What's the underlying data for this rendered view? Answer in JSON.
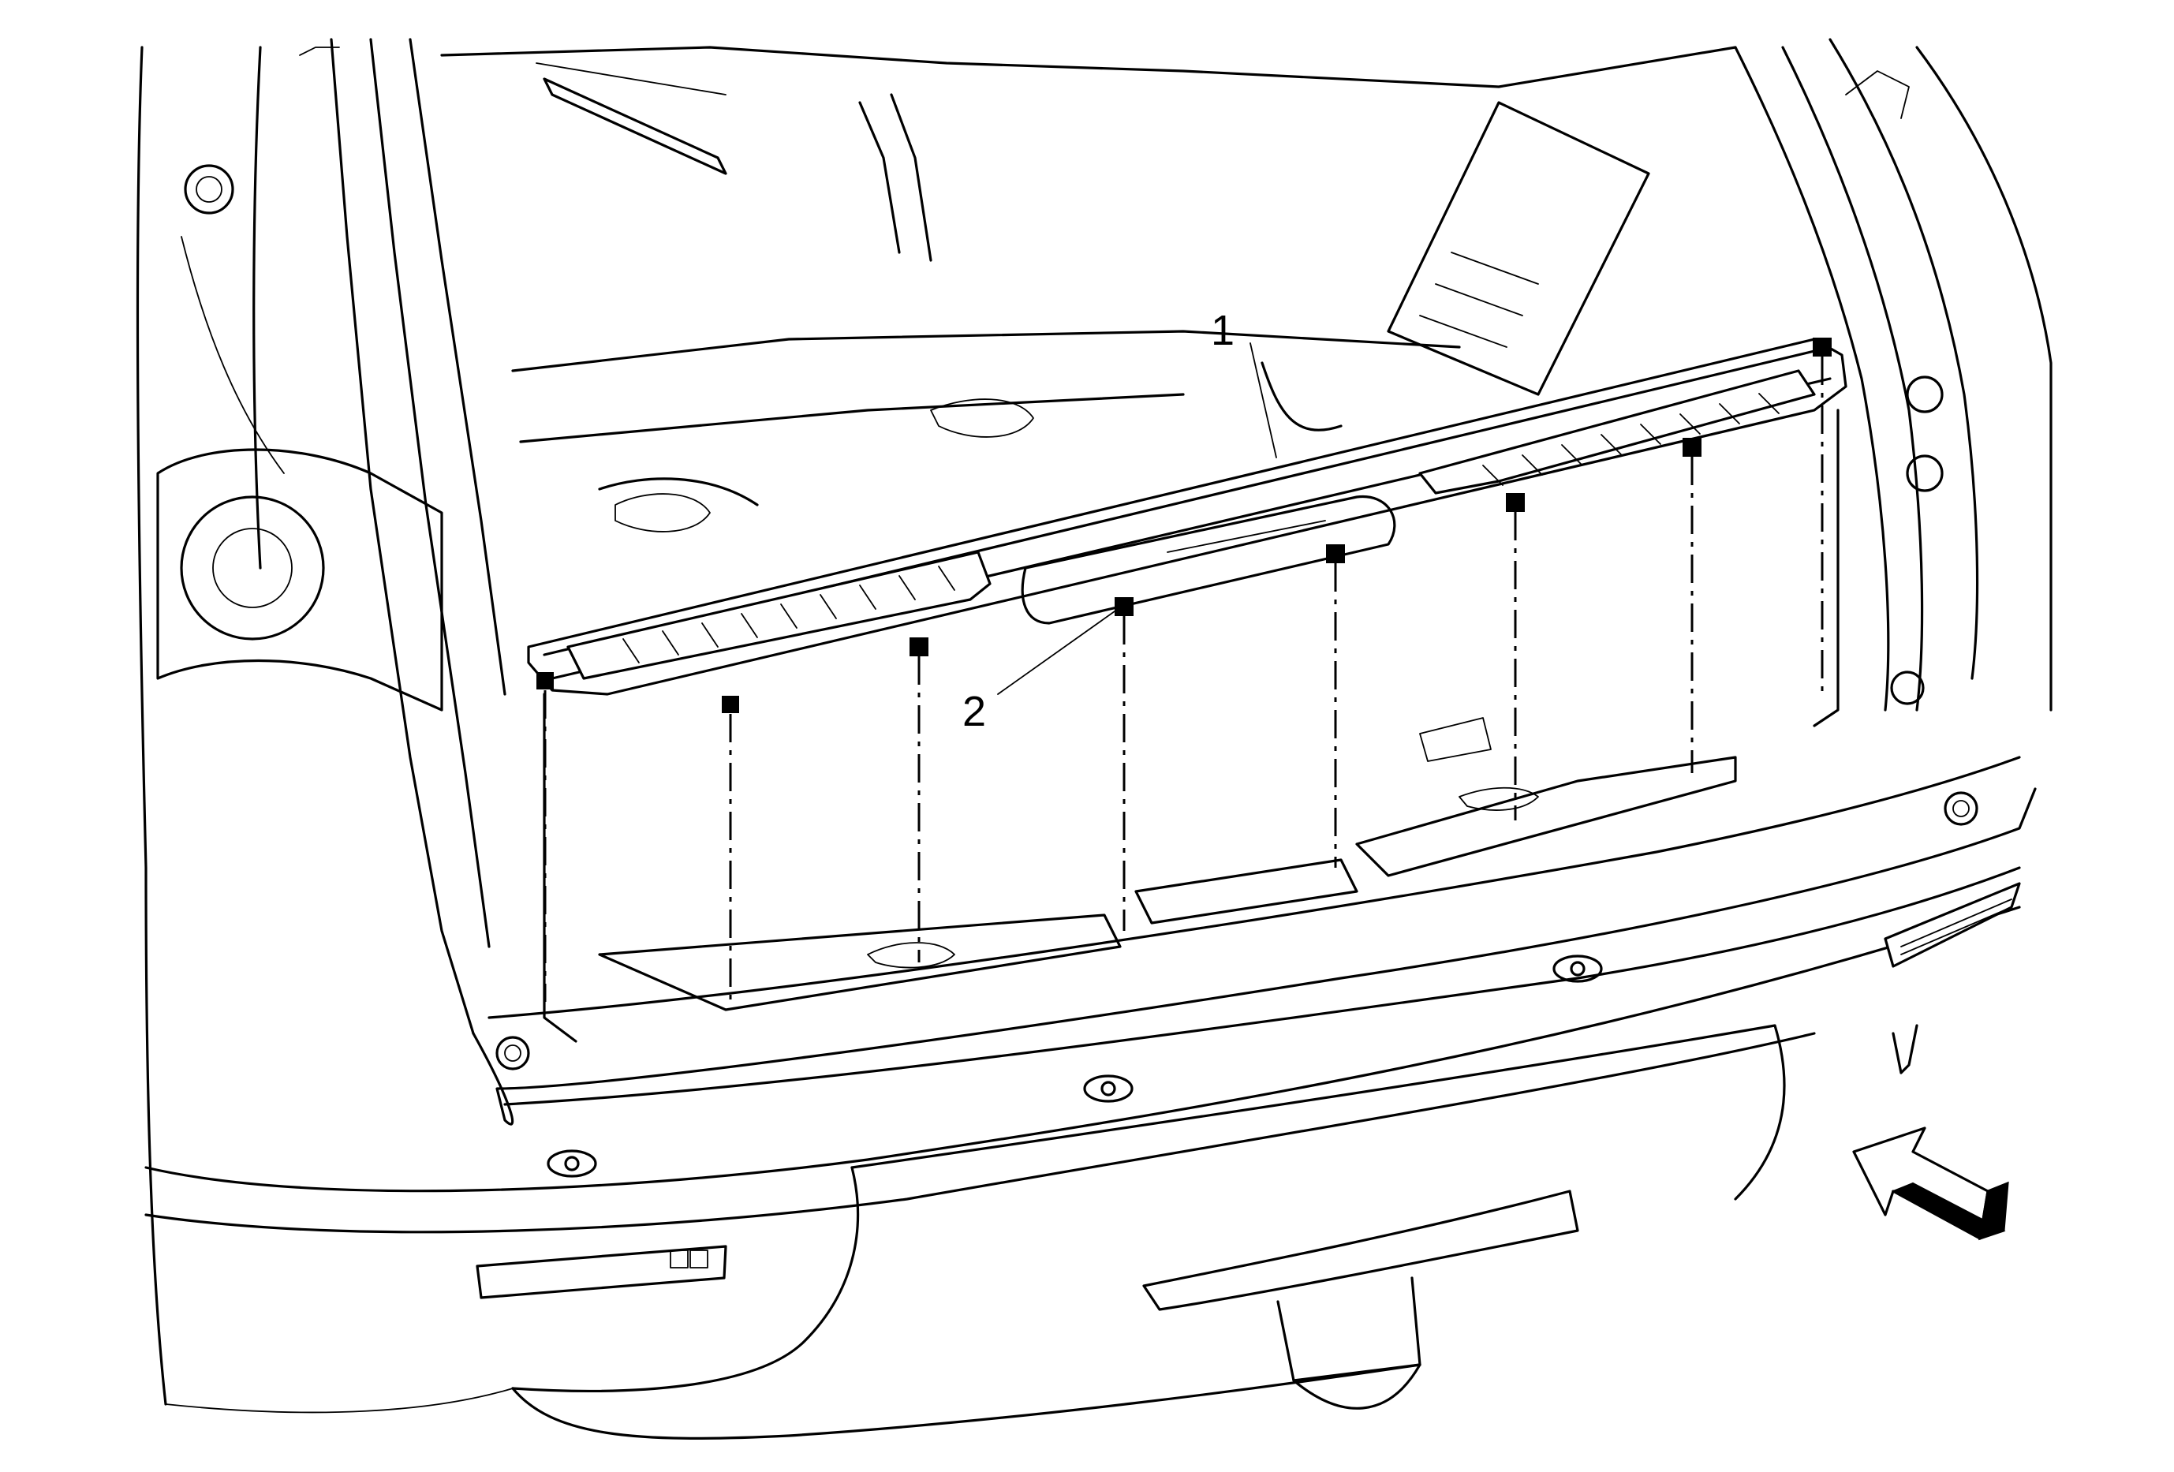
{
  "callouts": [
    {
      "id": "1",
      "text": "1"
    },
    {
      "id": "2",
      "text": "2"
    }
  ],
  "colors": {
    "line": "#000000",
    "background": "#ffffff"
  },
  "icons": [
    "view-direction-arrow-icon"
  ]
}
